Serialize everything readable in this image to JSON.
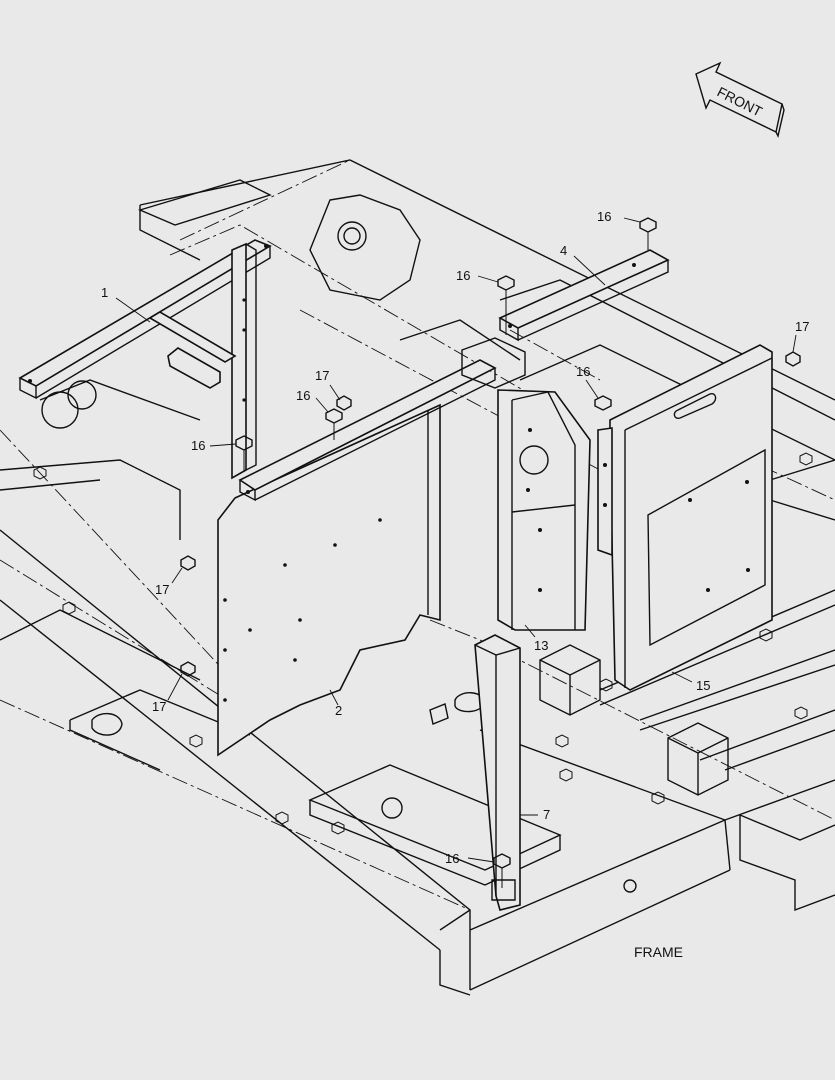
{
  "diagram": {
    "orientation_label": "FRONT",
    "frame_label": "FRAME",
    "callouts": {
      "c1": "1",
      "c2": "2",
      "c4": "4",
      "c7": "7",
      "c13": "13",
      "c15": "15",
      "c16a": "16",
      "c16b": "16",
      "c16c": "16",
      "c16d": "16",
      "c16e": "16",
      "c16f": "16",
      "c17a": "17",
      "c17b": "17",
      "c17c": "17",
      "c17d": "17"
    }
  }
}
